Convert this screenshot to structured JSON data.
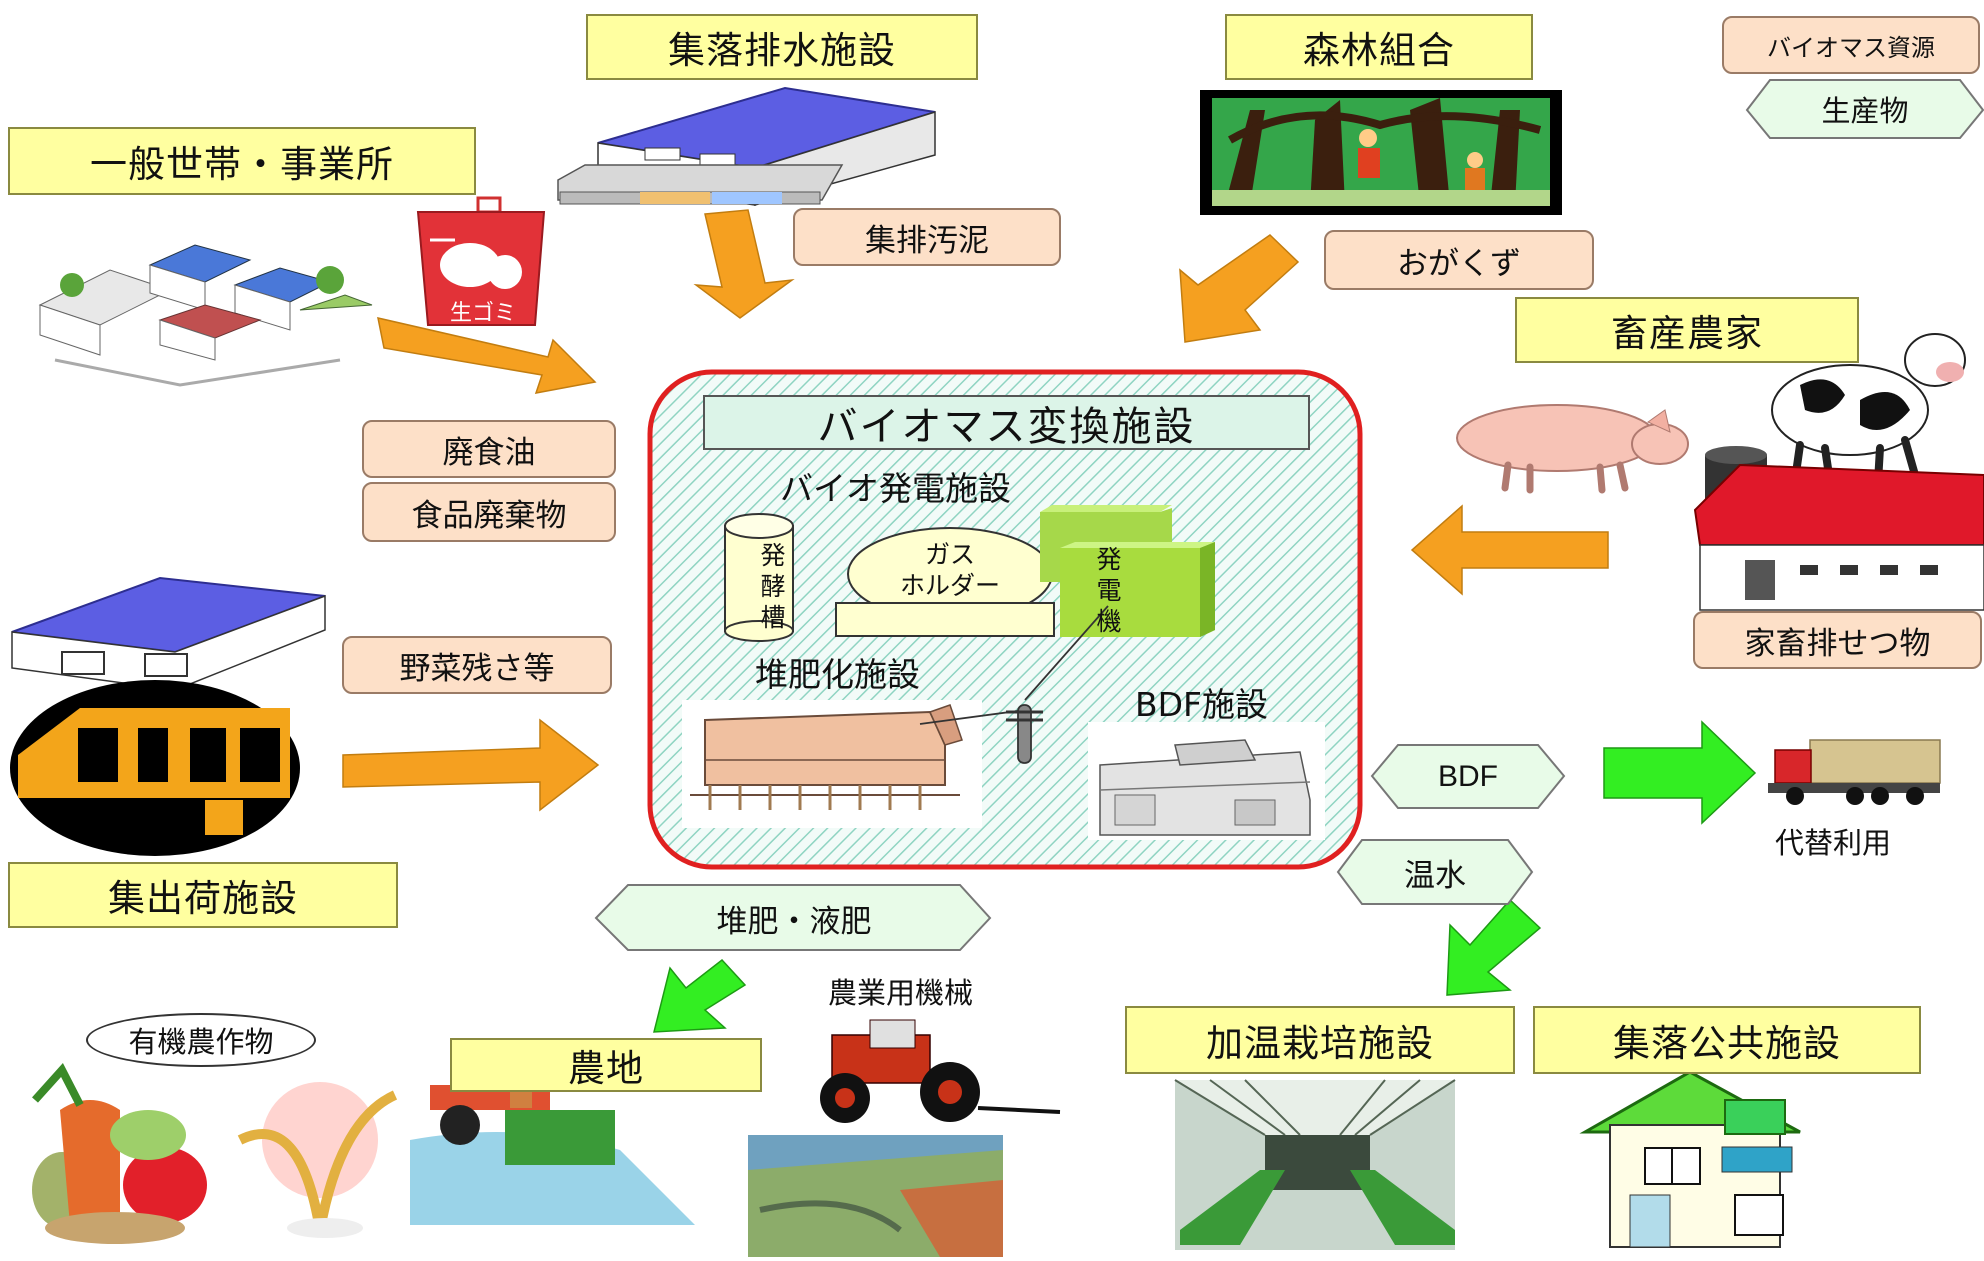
{
  "legend": {
    "resource": "バイオマス資源",
    "product": "生産物"
  },
  "center": {
    "title": "バイオマス変換施設",
    "power_plant": "バイオ発電施設",
    "fermenter": "発酵槽",
    "gas_holder_line1": "ガス",
    "gas_holder_line2": "ホルダー",
    "generator": "発電機",
    "compost_facility": "堆肥化施設",
    "bdf_facility": "BDF施設"
  },
  "sources": {
    "village_drainage": "集落排水施設",
    "forest_union": "森林組合",
    "households": "一般世帯・事業所",
    "livestock_farmer": "畜産農家",
    "shipping_facility": "集出荷施設",
    "garbage_label": "生ゴミ"
  },
  "resources": {
    "sludge": "集排汚泥",
    "sawdust": "おがくず",
    "waste_oil": "廃食油",
    "food_waste": "食品廃棄物",
    "vegetable_residue": "野菜残さ等",
    "livestock_manure": "家畜排せつ物"
  },
  "products": {
    "bdf": "BDF",
    "hot_water": "温水",
    "compost": "堆肥・液肥"
  },
  "destinations": {
    "alternative_use": "代替利用",
    "heated_greenhouse": "加温栽培施設",
    "public_facility": "集落公共施設",
    "farmland": "農地",
    "farm_machinery": "農業用機械",
    "organic_crops": "有機農作物"
  },
  "colors": {
    "resource_arrow": "#f5a020",
    "product_arrow": "#33ee22",
    "center_border": "#e02020",
    "source_box": "#ffffa0",
    "resource_box": "#fde0c8",
    "product_box": "#e8fbe8"
  }
}
